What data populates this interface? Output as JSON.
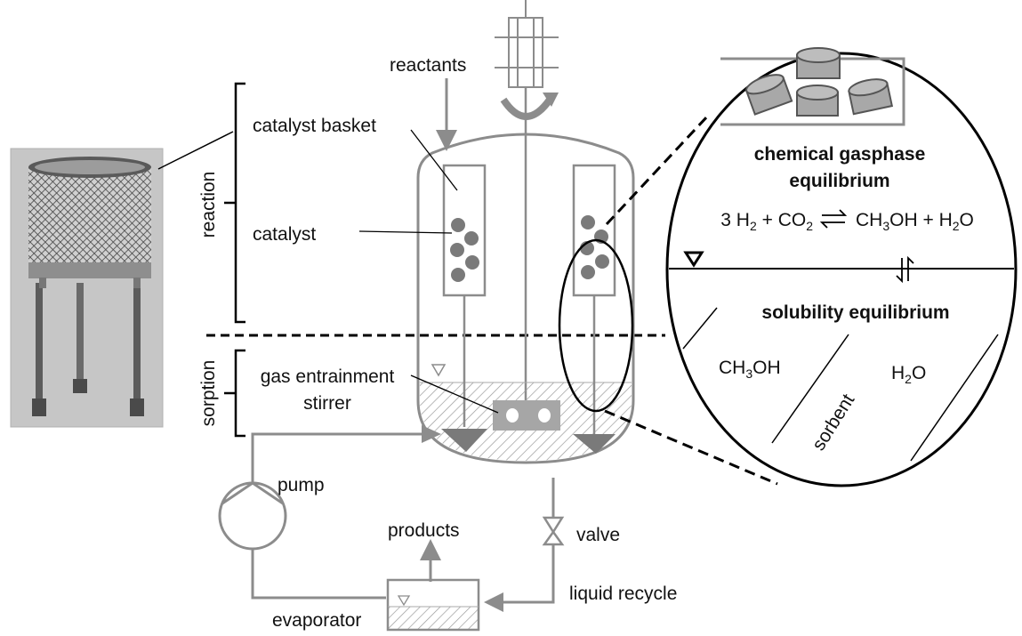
{
  "labels": {
    "reactants": "reactants",
    "catalyst_basket": "catalyst basket",
    "catalyst": "catalyst",
    "reaction": "reaction",
    "sorption": "sorption",
    "stirrer_line1": "gas entrainment",
    "stirrer_line2": "stirrer",
    "pump": "pump",
    "products": "products",
    "valve": "valve",
    "liquid_recycle": "liquid recycle",
    "evaporator": "evaporator",
    "gas_equilibrium_line1": "chemical gasphase",
    "gas_equilibrium_line2": "equilibrium",
    "solubility_equilibrium": "solubility equilibrium",
    "sorbent": "sorbent"
  },
  "reaction_equation": {
    "coef_h2": "3 H",
    "sub_h2": "2",
    "plus1": " + CO",
    "sub_co2": "2",
    "product_prefix": "CH",
    "sub_ch3": "3",
    "product_suffix": "OH + H",
    "sub_h2o": "2",
    "product_end": "O"
  },
  "species": {
    "methanol_prefix": "CH",
    "methanol_sub": "3",
    "methanol_suffix": "OH",
    "water_prefix": "H",
    "water_sub": "2",
    "water_suffix": "O"
  },
  "colors": {
    "vessel": "#8c8c8c",
    "black": "#000000",
    "catalyst": "#7a7a7a",
    "pellet": "#a8a8a8"
  }
}
